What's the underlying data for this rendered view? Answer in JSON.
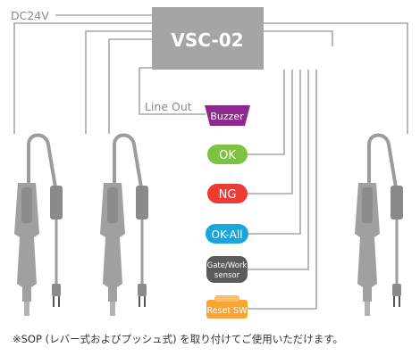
{
  "power_label": "DC24V",
  "controller": {
    "label": "VSC-02"
  },
  "line_out_label": "Line Out",
  "modules": [
    {
      "key": "buzzer",
      "label": "Buzzer",
      "color": "#8e2a8e"
    },
    {
      "key": "ok",
      "label": "OK",
      "color": "#7dc243"
    },
    {
      "key": "ng",
      "label": "NG",
      "color": "#ee3b31"
    },
    {
      "key": "ok-all",
      "label": "OK-All",
      "color": "#1aa6dc"
    },
    {
      "key": "gate-work-sensor",
      "label_lines": [
        "Gate/Work",
        "sensor"
      ],
      "color": "#5b5b5b"
    },
    {
      "key": "reset-sw",
      "label": "Reset SW",
      "color": "#f7a534"
    }
  ],
  "colors": {
    "wire": "#a7a7a7",
    "controller": "#a5a5a5",
    "tool": "#a0a0a0",
    "tool_dark": "#7d7d7d"
  },
  "footnote": "※SOP (レバー式およびプッシュ式) を取り付けてご使用いただけます。"
}
